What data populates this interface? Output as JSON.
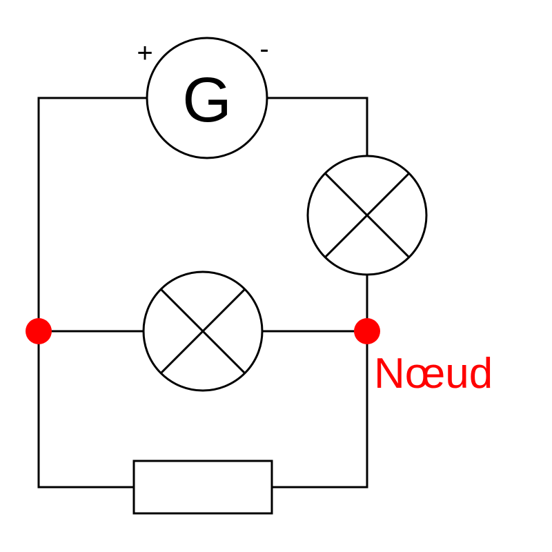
{
  "diagram": {
    "generator": {
      "symbol": "G",
      "positive_terminal": "+",
      "negative_terminal": "-"
    },
    "node": {
      "label": "Nœud",
      "color": "#ff0000"
    },
    "components": [
      {
        "type": "generator",
        "branch": "top"
      },
      {
        "type": "lamp",
        "branch": "right-upper"
      },
      {
        "type": "lamp",
        "branch": "middle"
      },
      {
        "type": "resistor",
        "branch": "bottom"
      }
    ],
    "colors": {
      "wire": "#000000",
      "node": "#ff0000",
      "background": "#ffffff"
    }
  }
}
